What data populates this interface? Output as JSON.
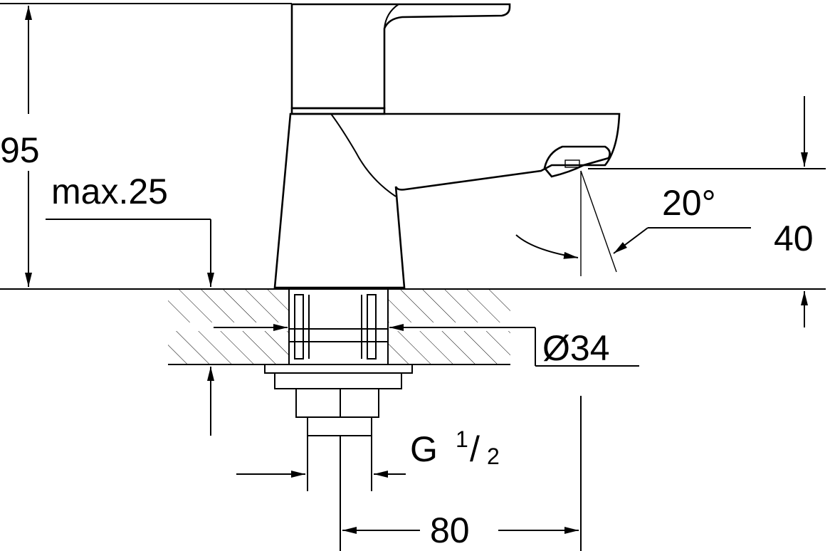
{
  "dimensions": {
    "height_total": "95",
    "max_thickness": "max.25",
    "angle": "20°",
    "spout_height": "40",
    "hole_diameter": "Ø34",
    "thread_prefix": "G",
    "thread_numerator": "1",
    "thread_slash": "/",
    "thread_denominator": "2",
    "projection": "80"
  }
}
